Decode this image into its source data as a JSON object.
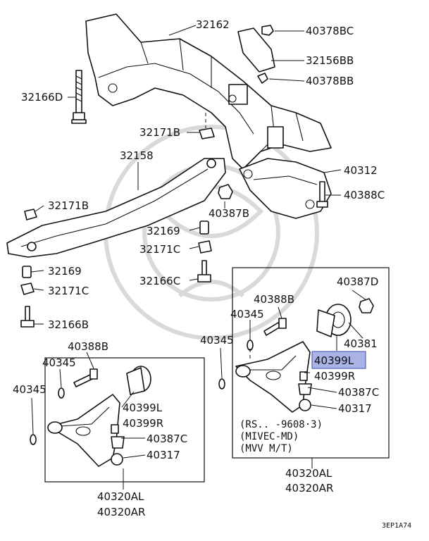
{
  "diagram_code": "3EP1A74",
  "highlight_color": "#a9b3e6",
  "labels": {
    "p32162": "32162",
    "p40378BC": "40378BC",
    "p32156BB": "32156BB",
    "p40378BB": "40378BB",
    "p32166D": "32166D",
    "p32171B_top": "32171B",
    "p32158": "32158",
    "p40312": "40312",
    "p40388C": "40388C",
    "p32171B_left": "32171B",
    "p40387B": "40387B",
    "p32169_mid": "32169",
    "p32171C_mid": "32171C",
    "p32166C": "32166C",
    "p32169_left": "32169",
    "p32171C_left": "32171C",
    "p32166B": "32166B",
    "p40387D": "40387D",
    "p40388B_right": "40388B",
    "p40345_right_a": "40345",
    "p40345_right_b": "40345",
    "p40381": "40381",
    "p40399L_right": "40399L",
    "p40399R_right": "40399R",
    "p40387C_right": "40387C",
    "p40317_right": "40317",
    "p40388B_left": "40388B",
    "p40345_left_a": "40345",
    "p40345_left_b": "40345",
    "p40399L_left": "40399L",
    "p40399R_left": "40399R",
    "p40387C_left": "40387C",
    "p40317_left": "40317",
    "p40320AL_left": "40320AL",
    "p40320AR_left": "40320AR",
    "p40320AL_right": "40320AL",
    "p40320AR_right": "40320AR"
  },
  "note_lines": [
    "(RS.. -9608·3)",
    "(MIVEC-MD)",
    "(MVV M/T)"
  ]
}
